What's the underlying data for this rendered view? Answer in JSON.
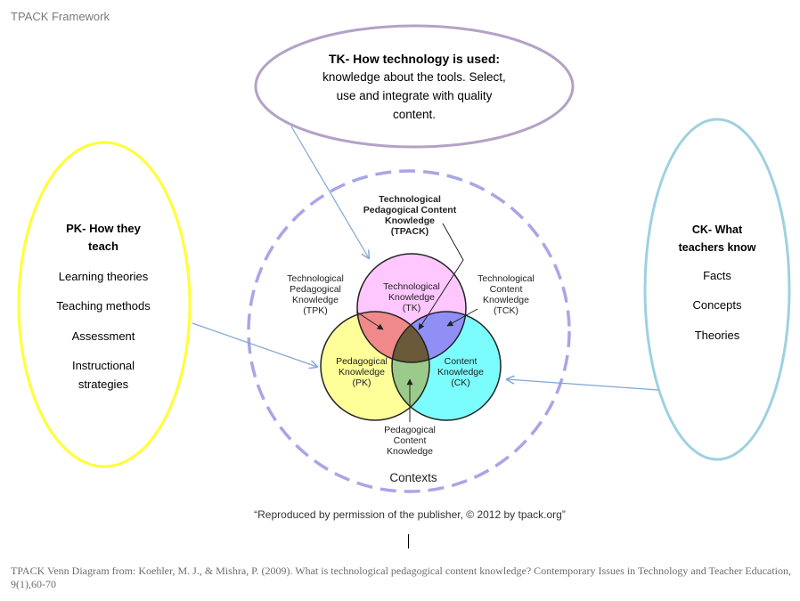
{
  "doc_title": "TPACK Framework",
  "tk_bubble": {
    "heading": "TK- How technology is used:",
    "lines": [
      "knowledge about the tools.  Select,",
      "use and integrate with quality",
      "content."
    ]
  },
  "pk_bubble": {
    "heading_lines": [
      "PK- How they",
      "teach"
    ],
    "items": [
      "Learning theories",
      "Teaching methods",
      "Assessment",
      "Instructional",
      "strategies"
    ]
  },
  "ck_bubble": {
    "heading_lines": [
      "CK- What",
      "teachers know"
    ],
    "items": [
      "Facts",
      "Concepts",
      "Theories"
    ]
  },
  "venn": {
    "tpack_label": [
      "Technological",
      "Pedagogical Content",
      "Knowledge",
      "(TPACK)"
    ],
    "tpk_label": [
      "Technological",
      "Pedagogical",
      "Knowledge",
      "(TPK)"
    ],
    "tck_label": [
      "Technological",
      "Content",
      "Knowledge",
      "(TCK)"
    ],
    "tk_label": [
      "Technological",
      "Knowledge",
      "(TK)"
    ],
    "pk_label": [
      "Pedagogical",
      "Knowledge",
      "(PK)"
    ],
    "ck_label": [
      "Content",
      "Knowledge",
      "(CK)"
    ],
    "pck_label": [
      "Pedagogical",
      "Content",
      "Knowledge"
    ],
    "contexts_label": "Contexts",
    "colors": {
      "tk": "#ffc7ff",
      "pk": "#ffff99",
      "ck": "#7cfdfd",
      "tpk": "#f08a8a",
      "tck": "#8f8ff5",
      "pck": "#9bcb8b",
      "tpack": "#6a5a3a",
      "context_ring": "#a9a5e6"
    }
  },
  "permission": "“Reproduced by permission of the publisher, © 2012 by tpack.org”",
  "citation": "TPACK Venn Diagram from: Koehler, M. J., & Mishra, P. (2009). What is technological pedagogical content knowledge?  Contemporary Issues in Technology and Teacher Education, 9(1),60-70",
  "bubble_colors": {
    "tk": "#b3a2c7",
    "pk": "#ffff33",
    "ck": "#9ed1e0",
    "arrow": "#7fa6d6"
  }
}
